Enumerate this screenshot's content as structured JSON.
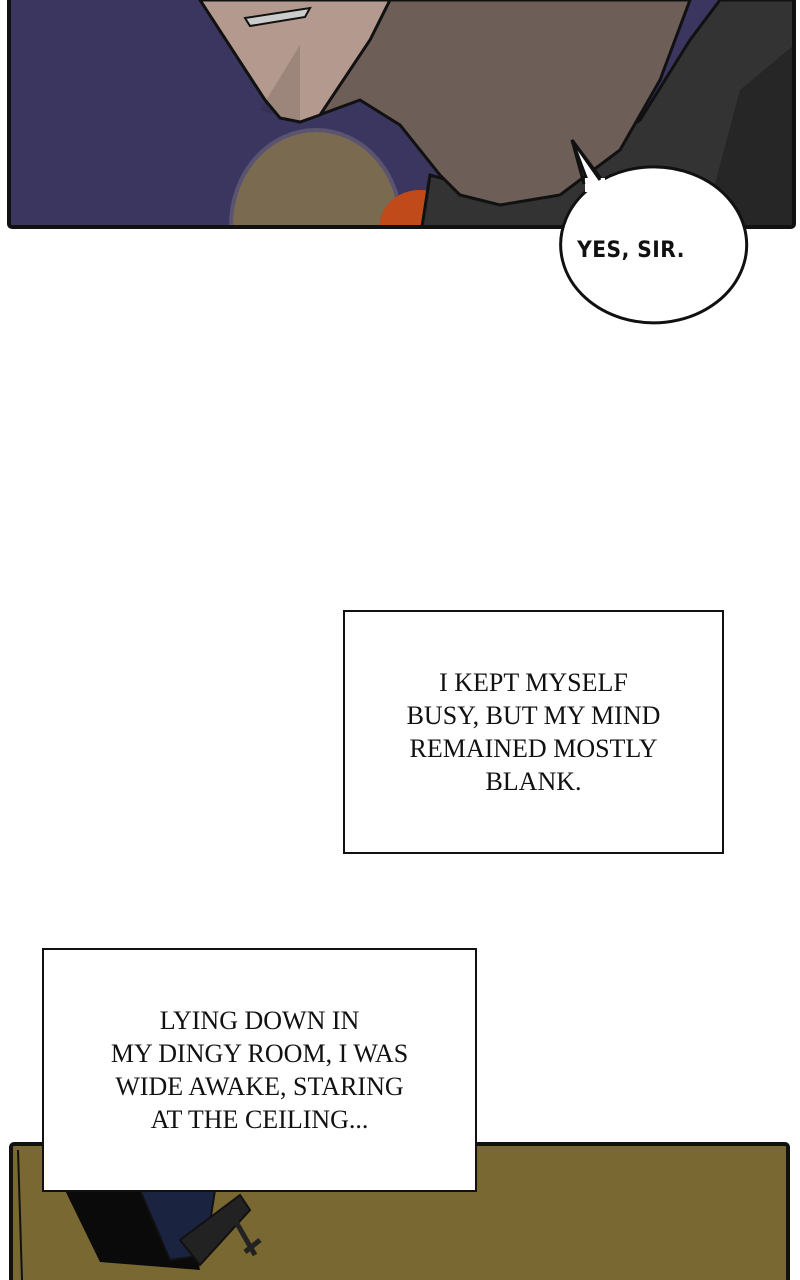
{
  "panels": {
    "top": {
      "speech_bubble": "YES, SIR."
    },
    "captions": [
      {
        "lines": [
          "I KEPT MYSELF",
          "BUSY, BUT MY MIND",
          "REMAINED MOSTLY",
          "BLANK."
        ]
      },
      {
        "lines": [
          "LYING DOWN IN",
          "MY DINGY ROOM, I WAS",
          "WIDE AWAKE, STARING",
          "AT THE CEILING..."
        ]
      }
    ]
  },
  "colors": {
    "top_background": "#3b3660",
    "skin_light": "#b49a8e",
    "skin_shadow": "#6e5e58",
    "clothing": "#3a3a3a",
    "bottom_background": "#7a6832"
  }
}
